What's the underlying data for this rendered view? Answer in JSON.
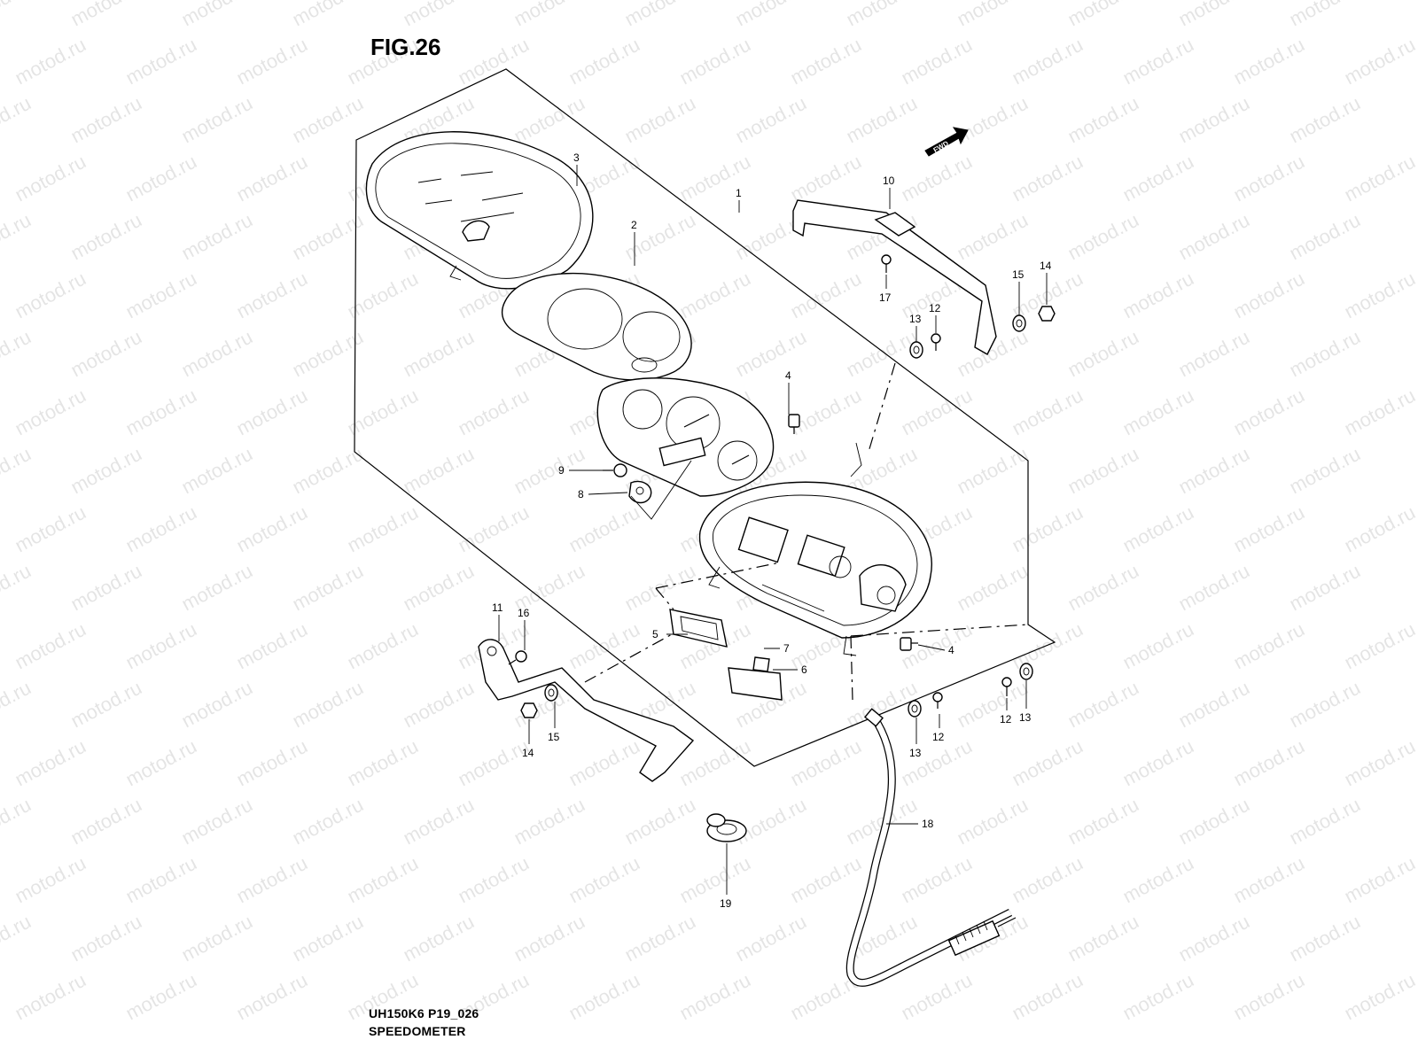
{
  "figure": {
    "title": "FIG.26",
    "code": "UH150K6 P19_026",
    "name": "SPEEDOMETER",
    "direction_badge": "FWD"
  },
  "watermark": "motod.ru",
  "callouts": [
    {
      "id": "c1",
      "label": "1"
    },
    {
      "id": "c2",
      "label": "2"
    },
    {
      "id": "c3",
      "label": "3"
    },
    {
      "id": "c4a",
      "label": "4"
    },
    {
      "id": "c4b",
      "label": "4"
    },
    {
      "id": "c5",
      "label": "5"
    },
    {
      "id": "c6",
      "label": "6"
    },
    {
      "id": "c7",
      "label": "7"
    },
    {
      "id": "c8",
      "label": "8"
    },
    {
      "id": "c9",
      "label": "9"
    },
    {
      "id": "c10",
      "label": "10"
    },
    {
      "id": "c11",
      "label": "11"
    },
    {
      "id": "c12a",
      "label": "12"
    },
    {
      "id": "c12b",
      "label": "12"
    },
    {
      "id": "c12c",
      "label": "12"
    },
    {
      "id": "c13a",
      "label": "13"
    },
    {
      "id": "c13b",
      "label": "13"
    },
    {
      "id": "c13c",
      "label": "13"
    },
    {
      "id": "c14a",
      "label": "14"
    },
    {
      "id": "c14b",
      "label": "14"
    },
    {
      "id": "c15a",
      "label": "15"
    },
    {
      "id": "c15b",
      "label": "15"
    },
    {
      "id": "c16",
      "label": "16"
    },
    {
      "id": "c17",
      "label": "17"
    },
    {
      "id": "c18",
      "label": "18"
    },
    {
      "id": "c19",
      "label": "19"
    }
  ]
}
